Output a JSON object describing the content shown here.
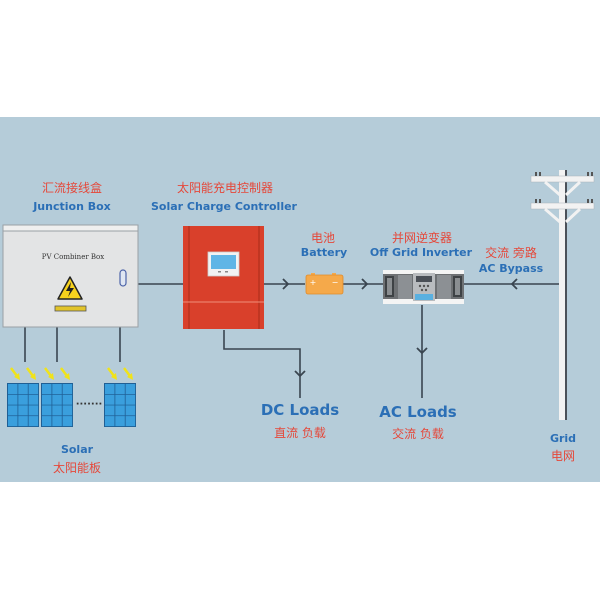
{
  "diagram": {
    "type": "off-grid solar power system",
    "colors": {
      "background_band": "#b5ccd9",
      "chinese_text": "#e5483a",
      "english_text": "#2b6fb6",
      "line": "#3a4550",
      "controller": "#d9402b",
      "battery": "#f5a94a",
      "panel": "#2f8fd0"
    },
    "junction_box": {
      "label_cn": "汇流接线盒",
      "label_en": "Junction Box",
      "device_text": "PV Combiner Box"
    },
    "charge_controller": {
      "label_cn": "太阳能充电控制器",
      "label_en": "Solar Charge Controller"
    },
    "battery": {
      "label_cn": "电池",
      "label_en": "Battery",
      "plus": "+",
      "minus": "−"
    },
    "inverter": {
      "label_cn": "并网逆变器",
      "label_en": "Off Grid Inverter"
    },
    "ac_bypass": {
      "label_cn": "交流 旁路",
      "label_en": "AC Bypass"
    },
    "dc_loads": {
      "label_en": "DC Loads",
      "label_cn": "直流 负载"
    },
    "ac_loads": {
      "label_en": "AC Loads",
      "label_cn": "交流 负载"
    },
    "solar": {
      "label_en": "Solar",
      "label_cn": "太阳能板",
      "ellipsis": "·······"
    },
    "grid": {
      "label_en": "Grid",
      "label_cn": "电网"
    },
    "icons": [
      "warning-high-voltage-icon",
      "arrow-right-icon",
      "arrow-down-icon",
      "arrow-left-icon",
      "sun-ray-icon",
      "utility-pole-icon"
    ]
  }
}
